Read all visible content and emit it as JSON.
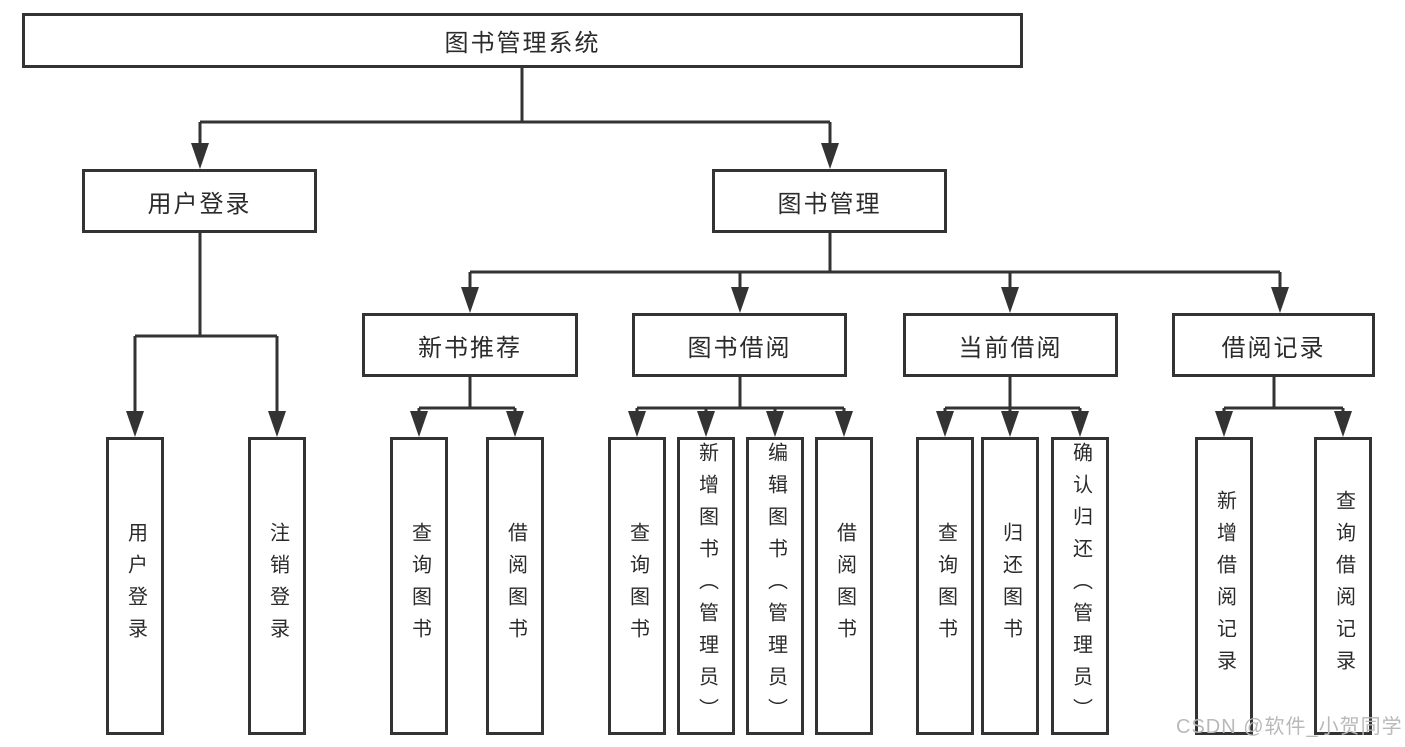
{
  "tree": {
    "root": "图书管理系统",
    "children": [
      {
        "label": "用户登录",
        "children": [
          {
            "label": "用户登录"
          },
          {
            "label": "注销登录"
          }
        ]
      },
      {
        "label": "图书管理",
        "children": [
          {
            "label": "新书推荐",
            "children": [
              {
                "label": "查询图书"
              },
              {
                "label": "借阅图书"
              }
            ]
          },
          {
            "label": "图书借阅",
            "children": [
              {
                "label": "查询图书"
              },
              {
                "label": "新增图书（管理员）"
              },
              {
                "label": "编辑图书（管理员）"
              },
              {
                "label": "借阅图书"
              }
            ]
          },
          {
            "label": "当前借阅",
            "children": [
              {
                "label": "查询图书"
              },
              {
                "label": "归还图书"
              },
              {
                "label": "确认归还（管理员）"
              }
            ]
          },
          {
            "label": "借阅记录",
            "children": [
              {
                "label": "新增借阅记录"
              },
              {
                "label": "查询借阅记录"
              }
            ]
          }
        ]
      }
    ]
  },
  "watermark": {
    "text": "CSDN @软件_小贺同学"
  },
  "colors": {
    "line": "#333333",
    "box_border": "#333333",
    "text": "#2b2b2b",
    "background": "#ffffff",
    "watermark": "#b9b9b9"
  }
}
